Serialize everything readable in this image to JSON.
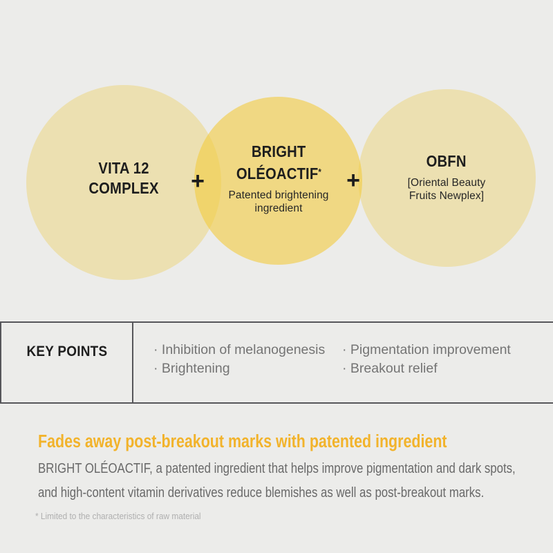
{
  "colors": {
    "background": "#ECECEA",
    "side_circle_fill": "#EDE1B5",
    "center_circle_fill": "#EFD784",
    "overlap_fill": "#F1D06B",
    "accent_heading": "#F2B32B",
    "divider_line": "#56565A",
    "dark_text": "#1E1E1E",
    "muted_text": "#747474",
    "footnote_text": "#AFAFAF"
  },
  "venn": {
    "plus_sign": "+",
    "circles": [
      {
        "title_lines": [
          "VITA 12",
          "COMPLEX"
        ],
        "subtitle_lines": []
      },
      {
        "title_lines": [
          "BRIGHT",
          "OLÉOACTIF"
        ],
        "title_superscript": "*",
        "subtitle_lines": [
          "Patented brightening",
          "ingredient"
        ]
      },
      {
        "title_lines": [
          "OBFN"
        ],
        "subtitle_lines": [
          "[Oriental Beauty",
          "Fruits Newplex]"
        ]
      }
    ]
  },
  "key_points": {
    "label": "KEY POINTS",
    "columns": [
      [
        "· Inhibition of melanogenesis",
        "· Brightening"
      ],
      [
        "· Pigmentation improvement",
        "· Breakout relief"
      ]
    ]
  },
  "benefit": {
    "heading": "Fades away post-breakout marks with patented ingredient",
    "body_lines": [
      "BRIGHT OLÉOACTIF, a patented ingredient that helps improve pigmentation and dark spots,",
      "and high-content vitamin derivatives reduce blemishes as well as post-breakout marks."
    ],
    "footnote": "* Limited to the characteristics of raw material"
  }
}
